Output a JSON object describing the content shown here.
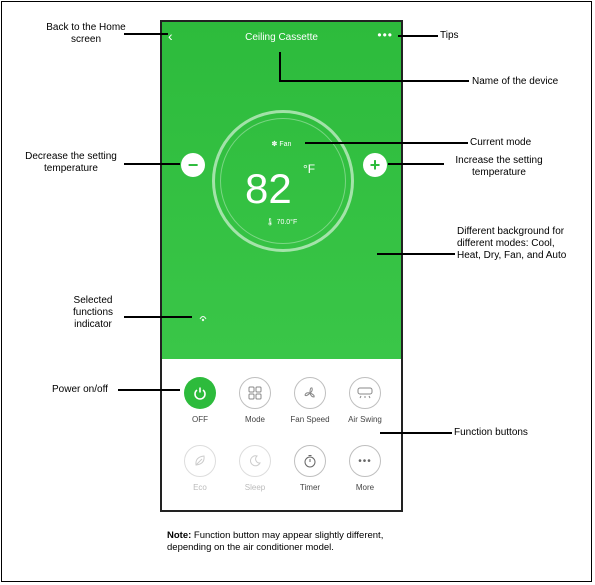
{
  "app": {
    "title": "Ceiling Cassette",
    "back_icon": "chevron-left-icon",
    "tips_icon": "more-dots-icon",
    "mode": "Fan",
    "mode_icon": "fan-icon",
    "setpoint": "82",
    "unit": "°F",
    "ambient": "70.0°F",
    "ambient_icon": "thermometer-icon",
    "minus_label": "−",
    "plus_label": "+",
    "background_color": "#2dbb3c"
  },
  "functions": [
    {
      "label": "OFF",
      "icon": "power-icon"
    },
    {
      "label": "Mode",
      "icon": "grid-icon"
    },
    {
      "label": "Fan Speed",
      "icon": "fan-blades-icon"
    },
    {
      "label": "Air Swing",
      "icon": "air-swing-icon"
    },
    {
      "label": "Eco",
      "icon": "leaf-icon"
    },
    {
      "label": "Sleep",
      "icon": "moon-icon"
    },
    {
      "label": "Timer",
      "icon": "timer-icon"
    },
    {
      "label": "More",
      "icon": "more-icon"
    }
  ],
  "callouts": {
    "back": "Back to the Home screen",
    "tips": "Tips",
    "name": "Name of the device",
    "current_mode": "Current mode",
    "decrease": "Decrease the setting temperature",
    "increase": "Increase the setting temperature",
    "background": "Different background for different modes: Cool, Heat, Dry, Fan, and Auto",
    "selected": "Selected functions indicator",
    "power": "Power on/off",
    "function_buttons": "Function buttons"
  },
  "note": {
    "prefix": "Note:",
    "text": " Function button may appear slightly different, depending on the air conditioner model."
  }
}
